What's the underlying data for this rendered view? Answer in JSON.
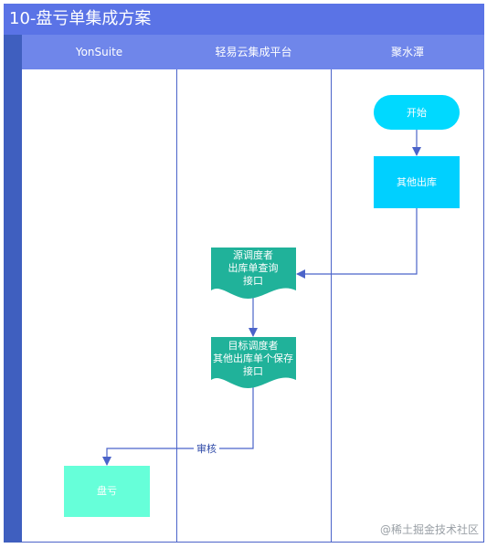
{
  "title": "10-盘亏单集成方案",
  "lanes": [
    {
      "label": "YonSuite"
    },
    {
      "label": "轻易云集成平台"
    },
    {
      "label": "聚水潭"
    }
  ],
  "nodes": {
    "start": {
      "label": "开始"
    },
    "other_outbound": {
      "label": "其他出库"
    },
    "source_scheduler": {
      "lines": [
        "源调度者",
        "出库单查询",
        "接口"
      ]
    },
    "target_scheduler": {
      "lines": [
        "目标调度者",
        "其他出库单个保存",
        "接口"
      ]
    },
    "inventory_loss": {
      "label": "盘亏"
    }
  },
  "edges": {
    "audit_label": "审核"
  },
  "colors": {
    "title_bg": "#5a73e6",
    "lane_header_bg": "#6f86ea",
    "start_fill": "#00d9ff",
    "process_fill": "#00d0ff",
    "document_fill": "#20b29a",
    "result_fill": "#66ffd9",
    "arrow": "#4b63c9"
  },
  "watermark": "@稀土掘金技术社区"
}
